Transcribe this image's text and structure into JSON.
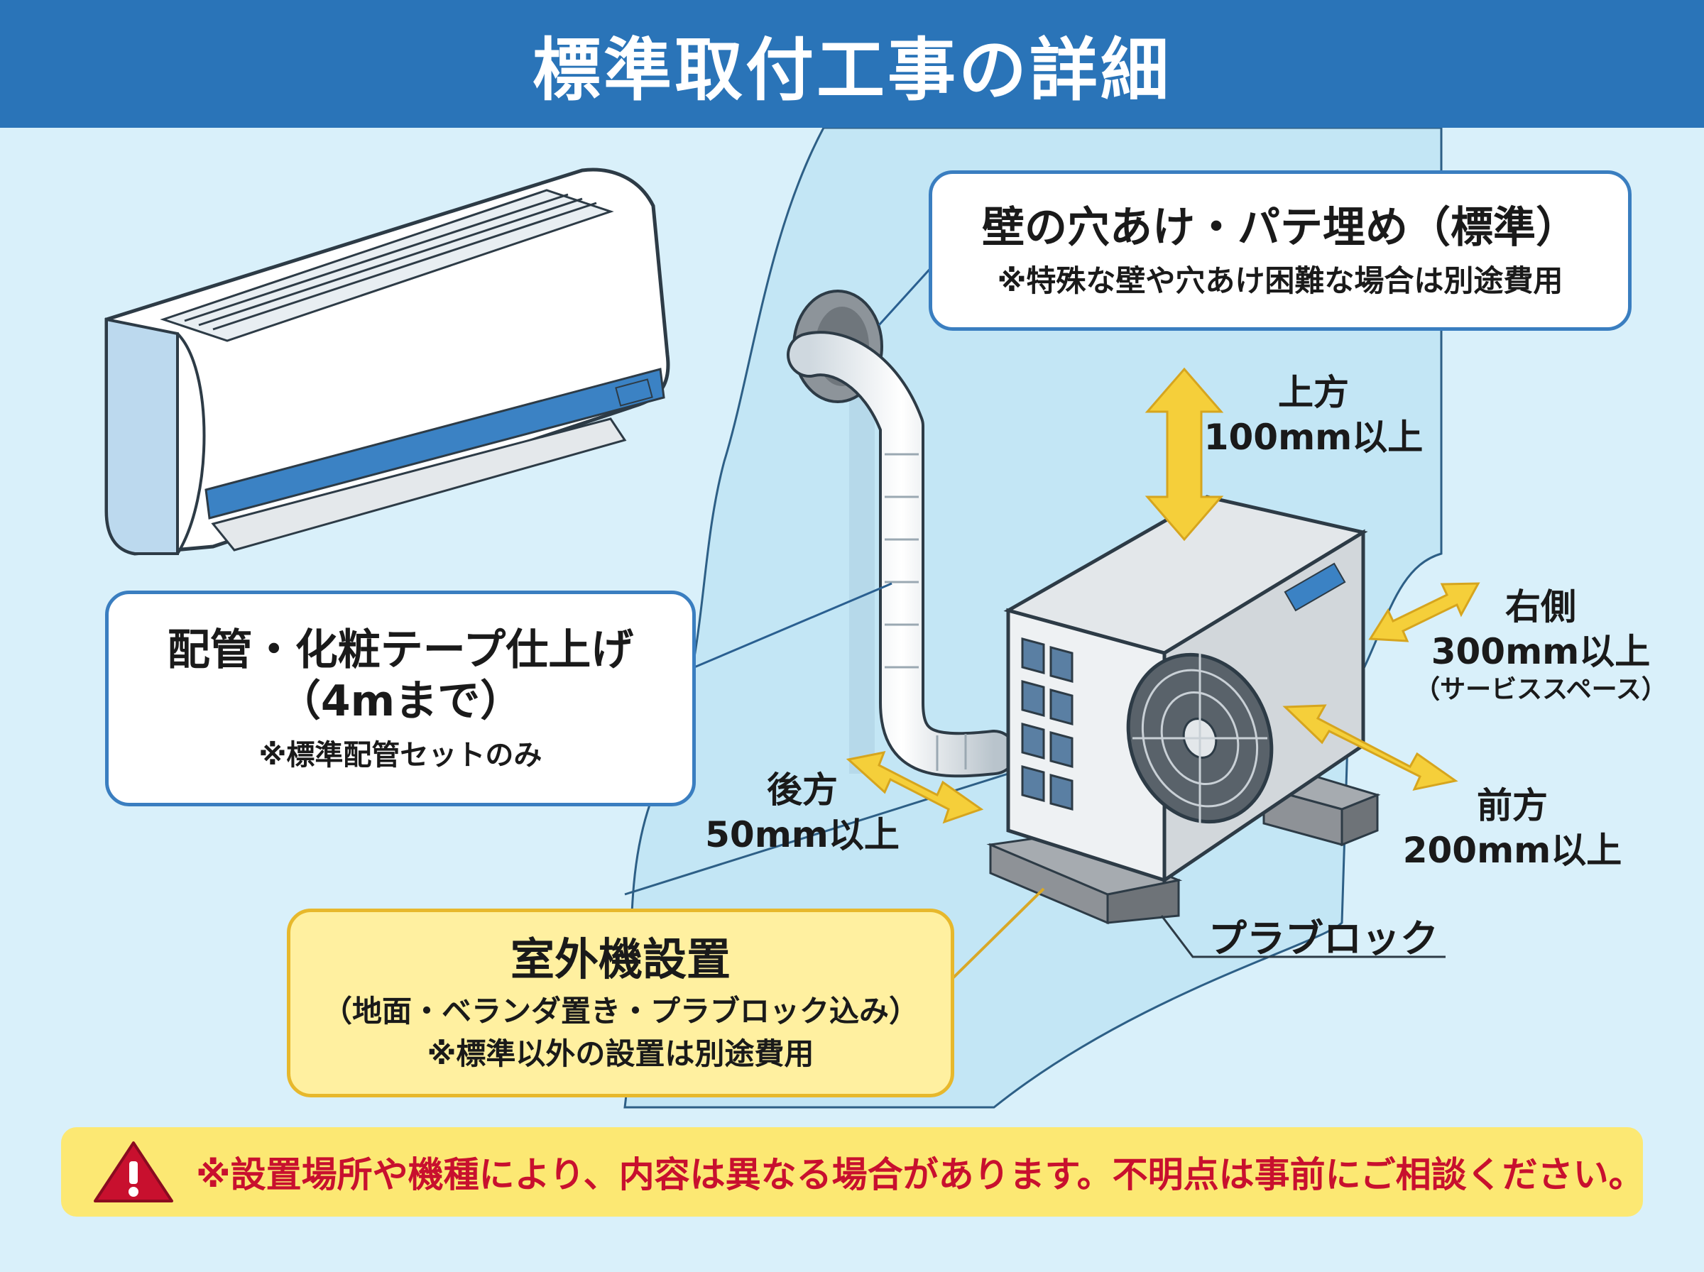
{
  "title": "標準取付工事の詳細",
  "wall_hole": {
    "main": "壁の穴あけ・パテ埋め（標準）",
    "note": "※特殊な壁や穴あけ困難な場合は別途費用"
  },
  "piping": {
    "main_line1": "配管・化粧テープ仕上げ",
    "main_line2": "（4mまで）",
    "note": "※標準配管セットのみ"
  },
  "outdoor_unit": {
    "main": "室外機設置",
    "sub": "（地面・ベランダ置き・プラブロック込み）",
    "note": "※標準以外の設置は別途費用"
  },
  "clearances": {
    "top": {
      "direction": "上方",
      "distance": "100mm以上"
    },
    "right": {
      "direction": "右側",
      "distance": "300mm以上",
      "note": "（サービススペース）"
    },
    "back": {
      "direction": "後方",
      "distance": "50mm以上"
    },
    "front": {
      "direction": "前方",
      "distance": "200mm以上"
    }
  },
  "block_label": "プラブロック",
  "notice": "※設置場所や機種により、内容は異なる場合があります。不明点は事前にご相談ください。",
  "icons": [
    "warning-icon",
    "indoor-ac-unit",
    "outdoor-ac-unit",
    "fan-icon",
    "arrow-icon"
  ],
  "colors": {
    "header": "#2a74b8",
    "callout_border": "#3a7ec0",
    "highlight_fill": "#fff0a0",
    "highlight_border": "#e7b82c",
    "arrow": "#f5cf3a",
    "notice_bg": "#fce873",
    "notice_text": "#c8102e"
  }
}
